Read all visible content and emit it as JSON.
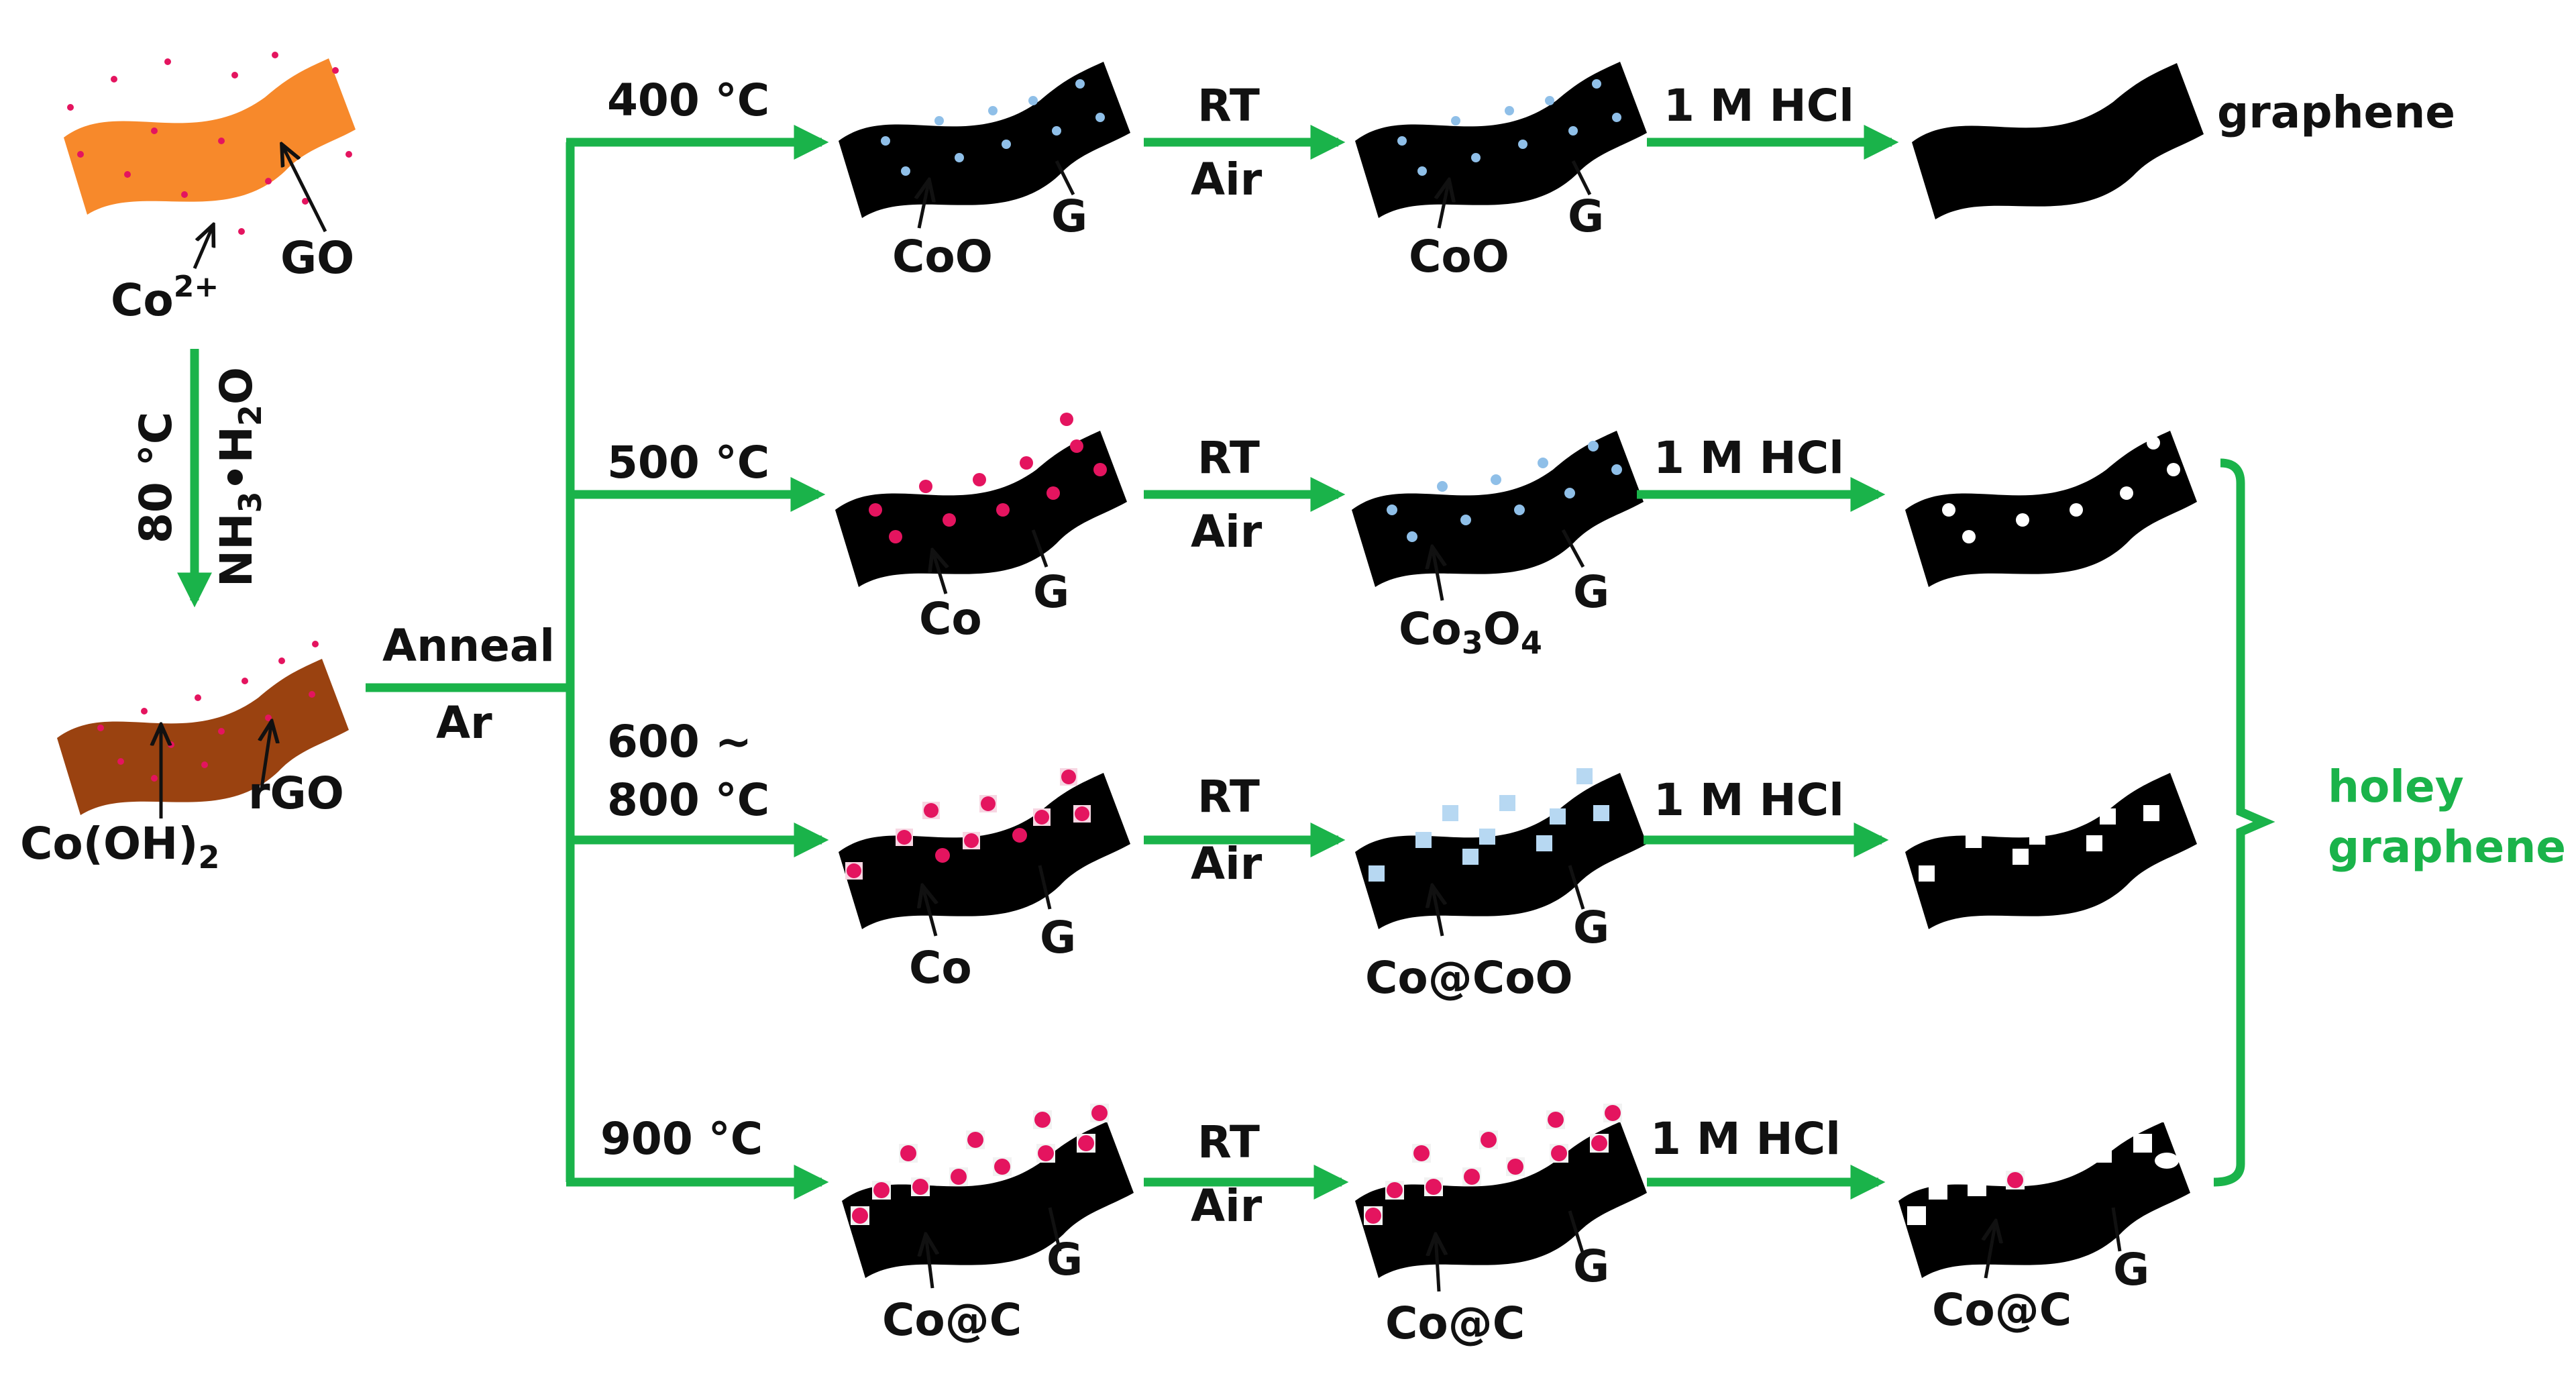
{
  "colors": {
    "arrow_green": "#1ab34a",
    "sheet_black": "#000000",
    "go_orange": "#f7892b",
    "rgo_brown": "#9a4210",
    "co_pink": "#e4145f",
    "oxide_blue": "#8fbfe8",
    "hole_white": "#ffffff",
    "text": "#111111"
  },
  "start": {
    "co_ion_label": "Co",
    "co_ion_charge": "2+",
    "go_label": "GO",
    "cond_temp": "80 °C",
    "nh3_a": "NH",
    "nh3_sub": "3",
    "nh3_b": "•H",
    "h2o_sub": "2",
    "h2o_c": "O",
    "coh2_a": "Co(OH)",
    "coh2_sub": "2",
    "rgo_label": "rGO",
    "anneal_top": "Anneal",
    "anneal_bottom": "Ar"
  },
  "rows": [
    {
      "temp_line1": "400 °C",
      "temp_line2": "",
      "rt": "RT",
      "air": "Air",
      "hcl": "1 M HCl",
      "p1": "CoO",
      "g1": "G",
      "p2": "CoO",
      "g2": "G",
      "p3": "",
      "g3": "",
      "product": "graphene"
    },
    {
      "temp_line1": "500 °C",
      "temp_line2": "",
      "rt": "RT",
      "air": "Air",
      "hcl": "1 M HCl",
      "p1": "Co",
      "g1": "G",
      "p2a": "Co",
      "p2sub1": "3",
      "p2b": "O",
      "p2sub2": "4",
      "g2": "G"
    },
    {
      "temp_line1": "600 ~",
      "temp_line2": "800 °C",
      "rt": "RT",
      "air": "Air",
      "hcl": "1 M HCl",
      "p1": "Co",
      "g1": "G",
      "p2": "Co@CoO",
      "g2": "G"
    },
    {
      "temp_line1": "900 °C",
      "temp_line2": "",
      "rt": "RT",
      "air": "Air",
      "hcl": "1 M HCl",
      "p1": "Co@C",
      "g1": "G",
      "p2": "Co@C",
      "g2": "G",
      "p3": "Co@C",
      "g3": "G"
    }
  ],
  "holey": {
    "line1": "holey",
    "line2": "graphene"
  }
}
